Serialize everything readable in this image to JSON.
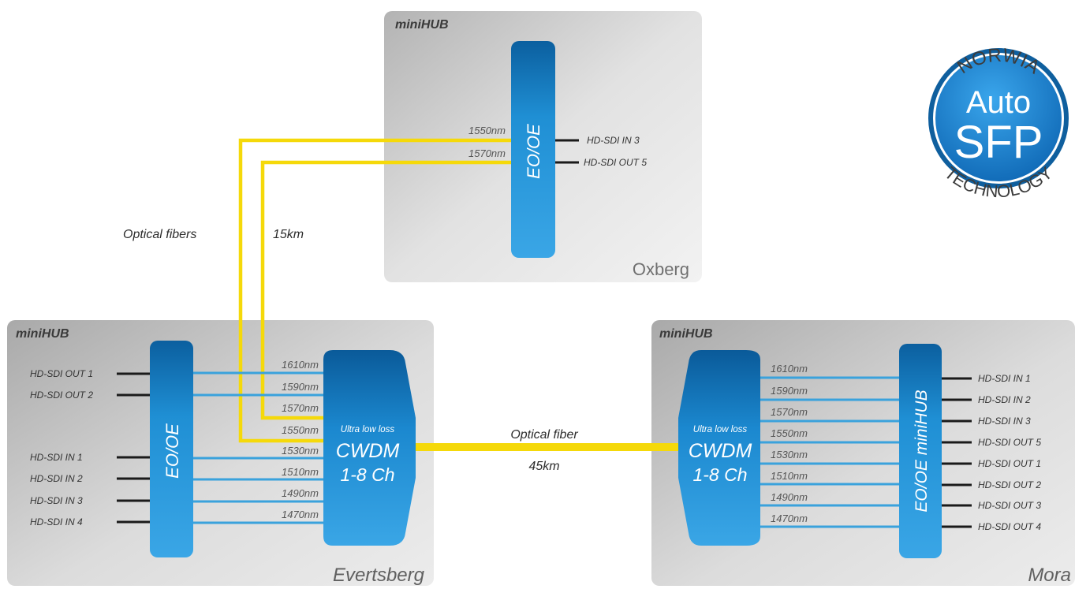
{
  "colors": {
    "panel_light": "#e4e4e4",
    "panel_dark": "#aaaaaa",
    "module_blue": "#1f8fd4",
    "module_blue_dark": "#0b5f9f",
    "fiber_yellow": "#f5d90a",
    "channel_blue": "#3aa2dc",
    "badge_blue": "#1a7fd0"
  },
  "oxberg": {
    "header": "miniHUB",
    "site": "Oxberg",
    "module": "EO/OE",
    "wavelengths": [
      "1550nm",
      "1570nm"
    ],
    "ports": [
      "HD-SDI IN 3",
      "HD-SDI OUT 5"
    ]
  },
  "evertsberg": {
    "header": "miniHUB",
    "site": "Evertsberg",
    "module": "EO/OE",
    "ports_upper": [
      "HD-SDI OUT 1",
      "HD-SDI OUT 2"
    ],
    "ports_lower": [
      "HD-SDI IN 1",
      "HD-SDI IN 2",
      "HD-SDI IN 3",
      "HD-SDI IN 4"
    ],
    "wavelengths": [
      "1610nm",
      "1590nm",
      "1570nm",
      "1550nm",
      "1530nm",
      "1510nm",
      "1490nm",
      "1470nm"
    ],
    "mux": {
      "line1": "Ultra low loss",
      "line2": "CWDM",
      "line3": "1-8 Ch"
    }
  },
  "mora": {
    "header": "miniHUB",
    "site": "Mora",
    "module": "EO/OE miniHUB",
    "wavelengths": [
      "1610nm",
      "1590nm",
      "1570nm",
      "1550nm",
      "1530nm",
      "1510nm",
      "1490nm",
      "1470nm"
    ],
    "ports": [
      "HD-SDI IN 1",
      "HD-SDI IN 2",
      "HD-SDI IN 3",
      "HD-SDI OUT 5",
      "HD-SDI OUT 1",
      "HD-SDI OUT 2",
      "HD-SDI OUT 3",
      "HD-SDI OUT 4"
    ],
    "mux": {
      "line1": "Ultra low loss",
      "line2": "CWDM",
      "line3": "1-8 Ch"
    }
  },
  "links": {
    "fibers_label": "Optical fibers",
    "fibers_distance": "15km",
    "fiber_label": "Optical fiber",
    "fiber_distance": "45km"
  },
  "badge": {
    "top": "NORWIA",
    "line1": "Auto",
    "line2": "SFP",
    "bottom": "TECHNOLOGY"
  }
}
